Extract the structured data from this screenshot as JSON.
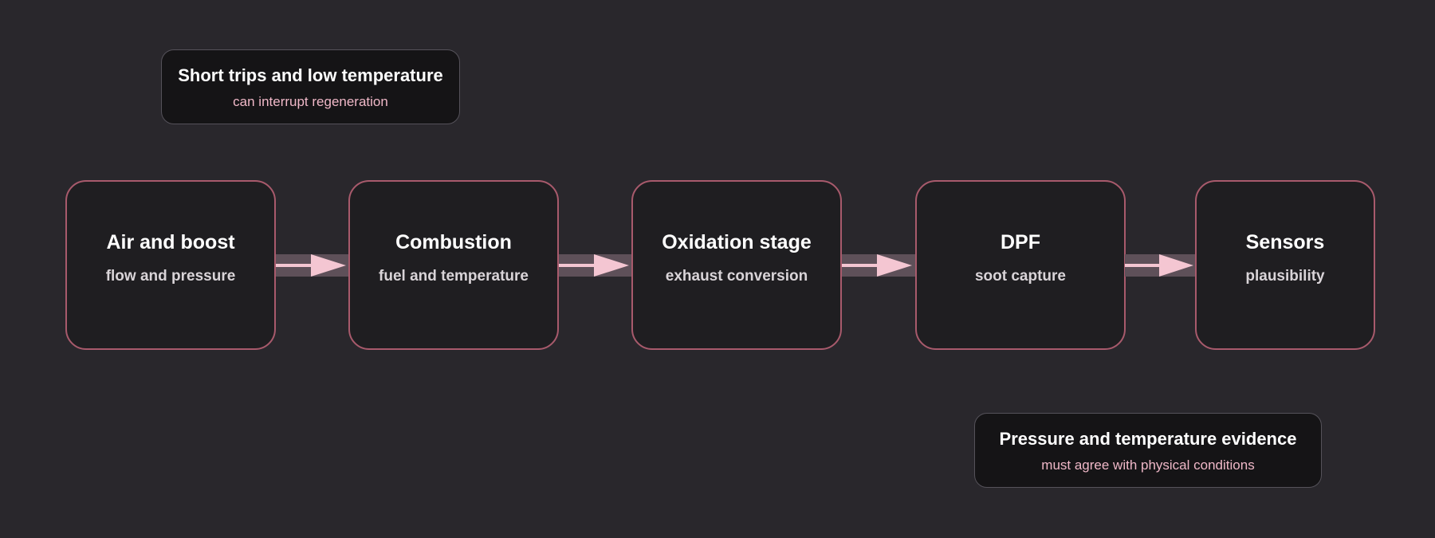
{
  "colors": {
    "background": "#29272c",
    "box_fill": "#1f1e21",
    "box_border": "#a85a6c",
    "arrow_fill": "#f4c6d2",
    "arrow_band": "#5e5059",
    "note_fill": "#151416",
    "note_border": "#55525a",
    "note_subtitle": "#f0b8c8"
  },
  "stages": [
    {
      "title": "Air and boost",
      "subtitle": "flow and pressure"
    },
    {
      "title": "Combustion",
      "subtitle": "fuel and temperature"
    },
    {
      "title": "Oxidation stage",
      "subtitle": "exhaust conversion"
    },
    {
      "title": "DPF",
      "subtitle": "soot capture"
    },
    {
      "title": "Sensors",
      "subtitle": "plausibility"
    }
  ],
  "notes": {
    "top": {
      "title": "Short trips and low temperature",
      "subtitle": "can interrupt regeneration"
    },
    "bottom": {
      "title": "Pressure and temperature evidence",
      "subtitle": "must agree with physical conditions"
    }
  }
}
